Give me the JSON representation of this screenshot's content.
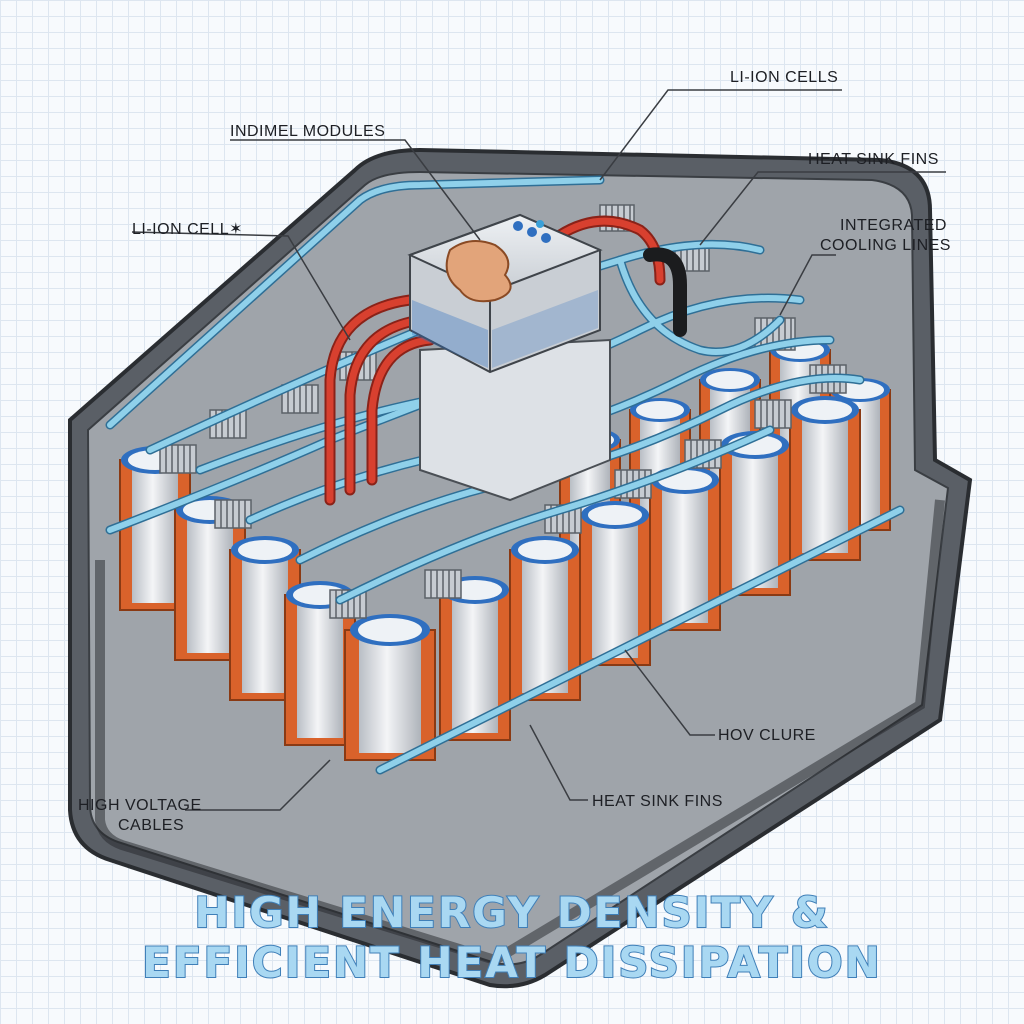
{
  "labels": {
    "li_ion_cells_top": "LI-ION CELLS",
    "indimel_modules": "INDIMEL MODULES",
    "li_ion_cells_left": "LI-ION CELL✶",
    "heat_sink_fins_top": "HEAT SINK FINS",
    "integrated_cooling_lines_1": "INTEGRATED",
    "integrated_cooling_lines_2": "COOLING LINES",
    "hov_clure": "HOV CLURE",
    "high_voltage_cables_1": "HIGH VOLTAGE",
    "high_voltage_cables_2": "CABLES",
    "heat_sink_fins_bottom": "HEAT SINK FINS"
  },
  "title": {
    "line1": "HIGH ENERGY DENSITY &",
    "line2": "EFFICIENT HEAT DISSIPATION"
  },
  "colors": {
    "housing": "#5a5f66",
    "cell_frame": "#d9622b",
    "cell_body": "#dfe2e6",
    "cell_cap": "#2f6fc0",
    "cooling_line": "#8fd0ea",
    "hv_cable": "#d8402f",
    "title_fill": "#a9d8f2",
    "title_stroke": "#3f7fb8"
  }
}
